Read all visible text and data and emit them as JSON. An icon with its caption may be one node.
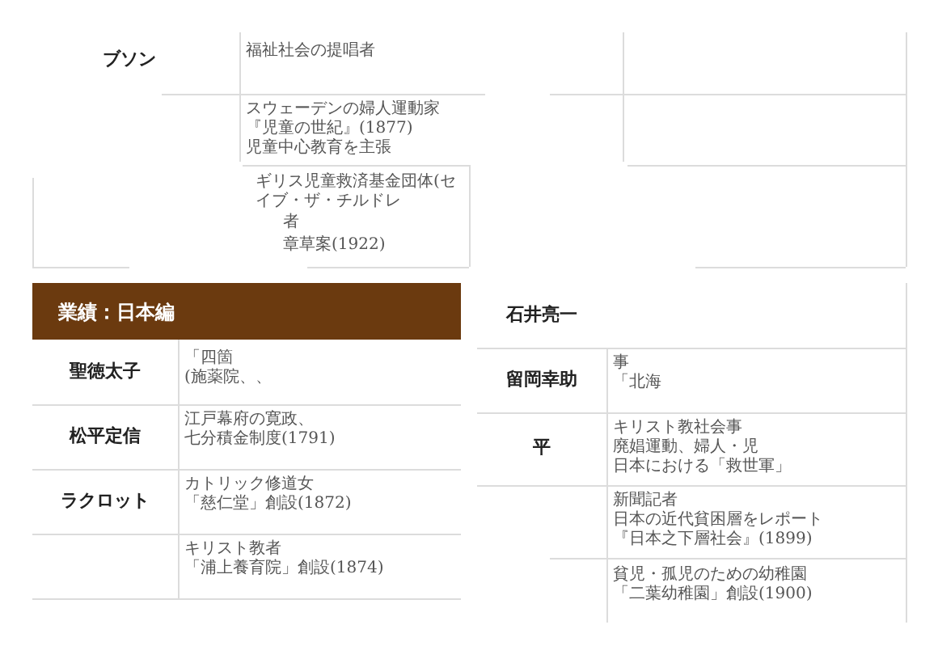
{
  "diagram": {
    "nodes": [
      {
        "text": [
          "業績：日本編"
        ]
      }
    ],
    "labels": [
      "ブソン",
      "福祉社会の提唱者",
      "スウェーデンの婦人運動家",
      "『児童の世紀』(1877)",
      "児童中心教育を主張",
      "ギリス児童救済基金団体(セイブ・ザ・チルドレ",
      "者",
      "章草案(1922)",
      "聖徳太子",
      "「四箇",
      "(施薬院、、",
      "松平定信",
      "江戸幕府の寛政、",
      "七分積金制度(1791)",
      "ラクロット",
      "カトリック修道女",
      "「慈仁堂」創設(1872)",
      "キリスト教者",
      "「浦上養育院」創設(1874)",
      "石井亮一",
      "留岡幸助",
      "事",
      "「北海",
      "平",
      "キリスト教社会事",
      "廃娼運動、婦人・児",
      "日本における「救世軍」",
      "新聞記者",
      "日本の近代貧困層をレポート",
      "『日本之下層社会』(1899)",
      "貧児・孤児のための幼稚園",
      "「二葉幼稚園」創設(1900)"
    ]
  }
}
